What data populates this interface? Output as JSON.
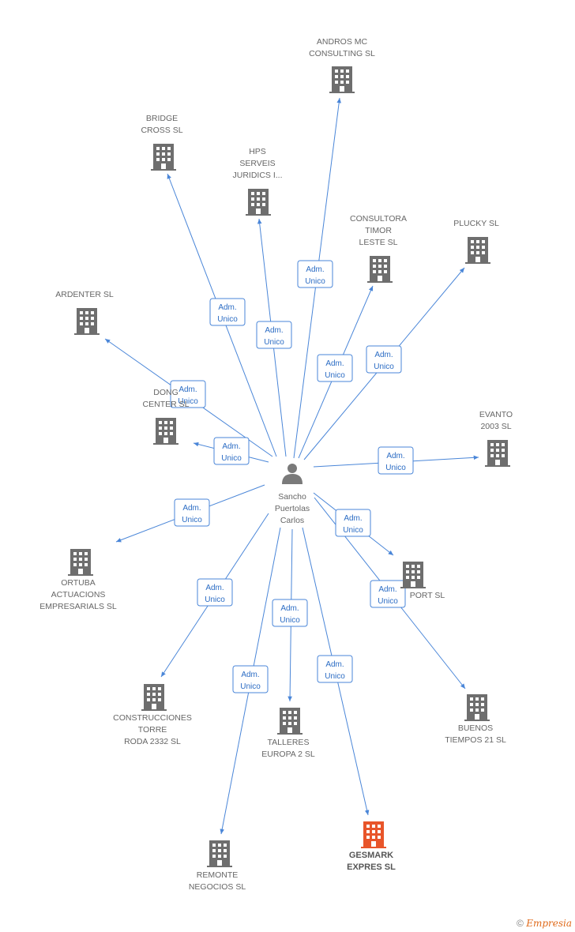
{
  "colors": {
    "edge": "#4a86d8",
    "building": "#6e6e6e",
    "highlight": "#e8552a",
    "person": "#7a7a7a"
  },
  "person": {
    "name": [
      "Sancho",
      "Puertolas",
      "Carlos"
    ]
  },
  "role_label": [
    "Adm.",
    "Unico"
  ],
  "companies": [
    {
      "id": "andros",
      "name": [
        "ANDROS MC",
        "CONSULTING SL"
      ]
    },
    {
      "id": "bridge",
      "name": [
        "BRIDGE",
        "CROSS SL"
      ]
    },
    {
      "id": "hps",
      "name": [
        "HPS",
        "SERVEIS",
        "JURIDICS I..."
      ]
    },
    {
      "id": "consultora",
      "name": [
        "CONSULTORA",
        "TIMOR",
        "LESTE SL"
      ]
    },
    {
      "id": "plucky",
      "name": [
        "PLUCKY SL"
      ]
    },
    {
      "id": "ardenter",
      "name": [
        "ARDENTER SL"
      ]
    },
    {
      "id": "dong",
      "name": [
        "DONG",
        "CENTER SL"
      ]
    },
    {
      "id": "evanto",
      "name": [
        "EVANTO",
        "2003 SL"
      ]
    },
    {
      "id": "ortuba",
      "name": [
        "ORTUBA",
        "ACTUACIONS",
        "EMPRESARIALS SL"
      ]
    },
    {
      "id": "port",
      "name": [
        "PORT SL"
      ]
    },
    {
      "id": "construcciones",
      "name": [
        "CONSTRUCCIONES",
        "TORRE",
        "RODA 2332 SL"
      ]
    },
    {
      "id": "talleres",
      "name": [
        "TALLERES",
        "EUROPA 2 SL"
      ]
    },
    {
      "id": "buenos",
      "name": [
        "BUENOS",
        "TIEMPOS 21 SL"
      ]
    },
    {
      "id": "remonte",
      "name": [
        "REMONTE",
        "NEGOCIOS SL"
      ]
    },
    {
      "id": "gesmark",
      "name": [
        "GESMARK",
        "EXPRES SL"
      ],
      "highlight": true
    }
  ],
  "footer": {
    "copyright": "©",
    "brand": "Empresia"
  }
}
